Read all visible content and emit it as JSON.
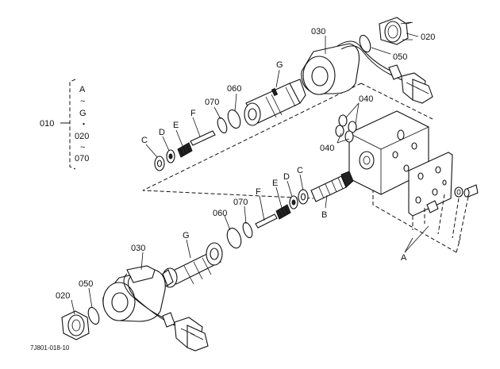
{
  "diagram": {
    "code": "7J801-018-10",
    "labels": {
      "l010": "010",
      "bracket_a": "A",
      "tilde1": "~",
      "bracket_g": "G",
      "bracket_dot": "・",
      "bracket_020": "020",
      "tilde2": "~",
      "bracket_070": "070",
      "top_030": "030",
      "top_020": "020",
      "top_050": "050",
      "top_G": "G",
      "top_060": "060",
      "top_070": "070",
      "top_F": "F",
      "top_E": "E",
      "top_D": "D",
      "top_C": "C",
      "body_040a": "040",
      "body_040b": "040",
      "mid_B": "B",
      "mid_C": "C",
      "mid_D": "D",
      "mid_E": "E",
      "mid_F": "F",
      "mid_070": "070",
      "mid_060": "060",
      "bot_G": "G",
      "bot_030": "030",
      "bot_050": "050",
      "bot_020": "020",
      "plate_A": "A"
    }
  }
}
